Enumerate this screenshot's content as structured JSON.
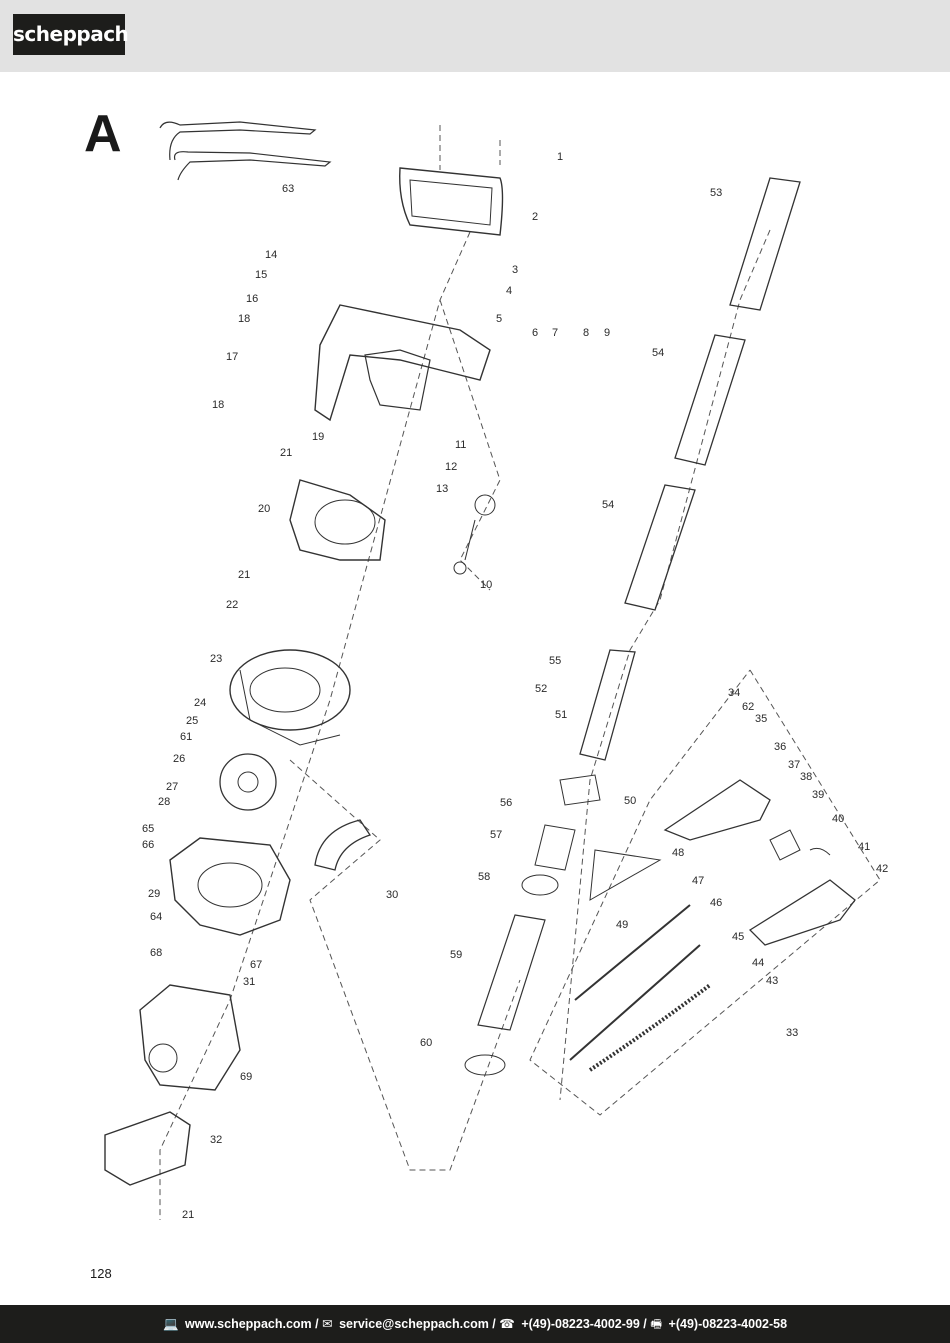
{
  "header": {
    "logo_text": "scheppach"
  },
  "section": {
    "letter": "A"
  },
  "part_numbers": [
    "1",
    "2",
    "3",
    "4",
    "5",
    "6",
    "7",
    "8",
    "9",
    "10",
    "11",
    "12",
    "13",
    "14",
    "15",
    "16",
    "17",
    "18",
    "18",
    "19",
    "20",
    "21",
    "21",
    "21",
    "22",
    "23",
    "24",
    "25",
    "26",
    "27",
    "28",
    "29",
    "30",
    "31",
    "32",
    "33",
    "34",
    "35",
    "36",
    "37",
    "38",
    "39",
    "40",
    "41",
    "42",
    "43",
    "44",
    "45",
    "46",
    "47",
    "48",
    "49",
    "50",
    "51",
    "52",
    "53",
    "54",
    "54",
    "55",
    "56",
    "57",
    "58",
    "59",
    "60",
    "61",
    "62",
    "63",
    "64",
    "65",
    "66",
    "67",
    "68",
    "69"
  ],
  "page": {
    "number": "128"
  },
  "footer": {
    "web_icon": "computer-icon",
    "web": "www.scheppach.com /",
    "mail_icon": "envelope-icon",
    "mail": "service@scheppach.com /",
    "phone_icon": "telephone-icon",
    "phone": "+(49)-08223-4002-99 /",
    "fax_icon": "fax-icon",
    "fax": "+(49)-08223-4002-58"
  }
}
